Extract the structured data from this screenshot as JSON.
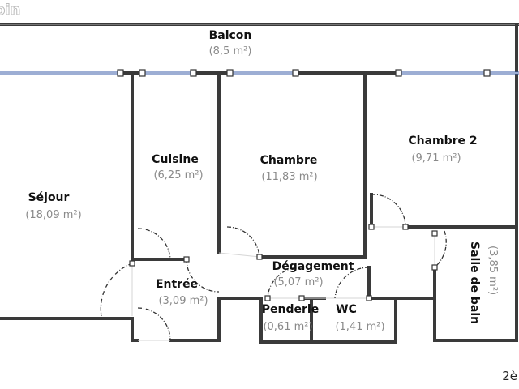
{
  "watermark": "oin",
  "floor_label": "2è",
  "rooms": {
    "balcon": {
      "name": "Balcon",
      "area": "(8,5 m²)"
    },
    "sejour": {
      "name": "Séjour",
      "area": "(18,09 m²)"
    },
    "cuisine": {
      "name": "Cuisine",
      "area": "(6,25 m²)"
    },
    "chambre": {
      "name": "Chambre",
      "area": "(11,83 m²)"
    },
    "chambre2": {
      "name": "Chambre 2",
      "area": "(9,71 m²)"
    },
    "entree": {
      "name": "Entrée",
      "area": "(3,09 m²)"
    },
    "degagement": {
      "name": "Dégagement",
      "area": "(5,07 m²)"
    },
    "penderie": {
      "name": "Penderie",
      "area": "(0,61 m²)"
    },
    "wc": {
      "name": "WC",
      "area": "(1,41 m²)"
    },
    "sdb": {
      "name": "Salle de bain",
      "area": "(3,85 m²)"
    }
  },
  "colors": {
    "wall": "#3a3a3a",
    "window": "#3b5da8",
    "area_text": "#8a8a8a"
  }
}
